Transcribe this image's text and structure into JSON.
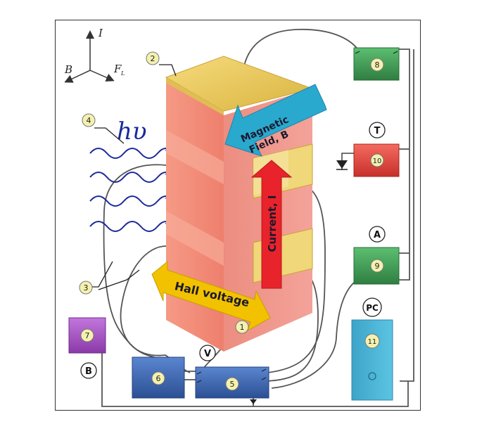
{
  "axes": {
    "i": "I",
    "b": "B",
    "f": "F",
    "f_sub": "L"
  },
  "photon": "hυ",
  "arrows": {
    "magnetic_line1": "Magnetic",
    "magnetic_line2": "Field, B",
    "current": "Current, I",
    "hall": "Hall voltage"
  },
  "callouts": {
    "c1": "1",
    "c2": "2",
    "c3": "3",
    "c4": "4"
  },
  "devices": {
    "d5": "5",
    "d6": "6",
    "d7": "7",
    "d8": "8",
    "d9": "9",
    "d10": "10",
    "d11": "11"
  },
  "letters": {
    "v": "V",
    "b": "B",
    "t": "T",
    "a": "A",
    "pc": "PC"
  },
  "colors": {
    "sample": "#f08c78",
    "gold": "#e8c64a",
    "blue_arrow": "#2aa9cf",
    "red_arrow": "#e8232b",
    "yellow_arrow": "#f2c200",
    "box_green": "#3f9a55",
    "box_blue": "#3b66b3",
    "box_red": "#e8423c",
    "box_purple": "#a24fc0",
    "box_cyan": "#3aa9cc",
    "wave": "#1b2a9a"
  }
}
